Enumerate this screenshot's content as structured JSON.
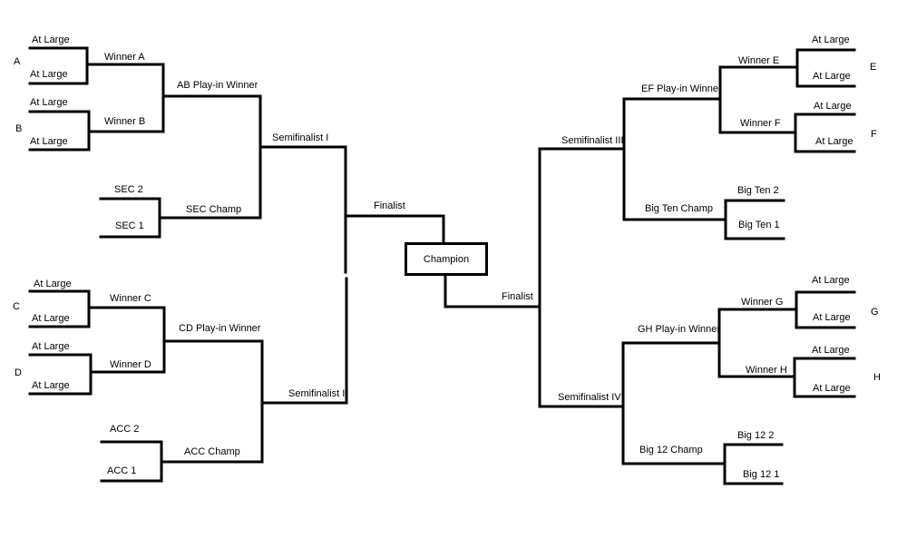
{
  "colors": {
    "line": "#000000",
    "background": "#ffffff",
    "text": "#000000"
  },
  "champion": "Champion",
  "left": {
    "group_a": "A",
    "group_b": "B",
    "group_c": "C",
    "group_d": "D",
    "at_large": [
      "At Large",
      "At Large",
      "At Large",
      "At Large",
      "At Large",
      "At Large",
      "At Large",
      "At Large"
    ],
    "winner_a": "Winner A",
    "winner_b": "Winner B",
    "winner_c": "Winner C",
    "winner_d": "Winner D",
    "ab_playin": "AB Play-in Winner",
    "cd_playin": "CD Play-in Winner",
    "sec_2": "SEC 2",
    "sec_1": "SEC 1",
    "sec_champ": "SEC Champ",
    "acc_2": "ACC 2",
    "acc_1": "ACC 1",
    "acc_champ": "ACC Champ",
    "semi_1": "Semifinalist I",
    "semi_2": "Semifinalist II",
    "finalist": "Finalist"
  },
  "right": {
    "group_e": "E",
    "group_f": "F",
    "group_g": "G",
    "group_h": "H",
    "at_large": [
      "At Large",
      "At Large",
      "At Large",
      "At Large",
      "At Large",
      "At Large",
      "At Large",
      "At Large"
    ],
    "winner_e": "Winner E",
    "winner_f": "Winner F",
    "winner_g": "Winner G",
    "winner_h": "Winner H",
    "ef_playin": "EF Play-in Winner",
    "gh_playin": "GH Play-in Winner",
    "bigten_2": "Big Ten 2",
    "bigten_1": "Big Ten 1",
    "bigten_champ": "Big Ten Champ",
    "big12_2": "Big 12 2",
    "big12_1": "Big 12 1",
    "big12_champ": "Big 12 Champ",
    "semi_3": "Semifinalist III",
    "semi_4": "Semifinalist IV",
    "finalist": "Finalist"
  }
}
